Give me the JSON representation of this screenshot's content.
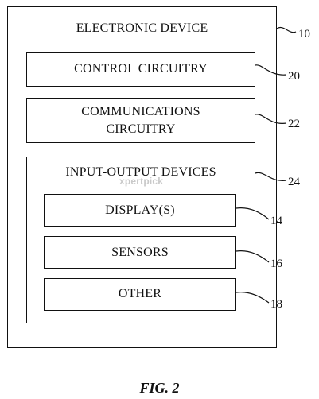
{
  "figure": {
    "caption": "FIG. 2",
    "watermark": "xpertpick"
  },
  "device": {
    "title": "ELECTRONIC DEVICE",
    "ref": "10"
  },
  "control": {
    "label": "CONTROL CIRCUITRY",
    "ref": "20"
  },
  "communications": {
    "line1": "COMMUNICATIONS",
    "line2": "CIRCUITRY",
    "ref": "22"
  },
  "io": {
    "title": "INPUT-OUTPUT DEVICES",
    "ref": "24",
    "display": {
      "label": "DISPLAY(S)",
      "ref": "14"
    },
    "sensors": {
      "label": "SENSORS",
      "ref": "16"
    },
    "other": {
      "label": "OTHER",
      "ref": "18"
    }
  }
}
